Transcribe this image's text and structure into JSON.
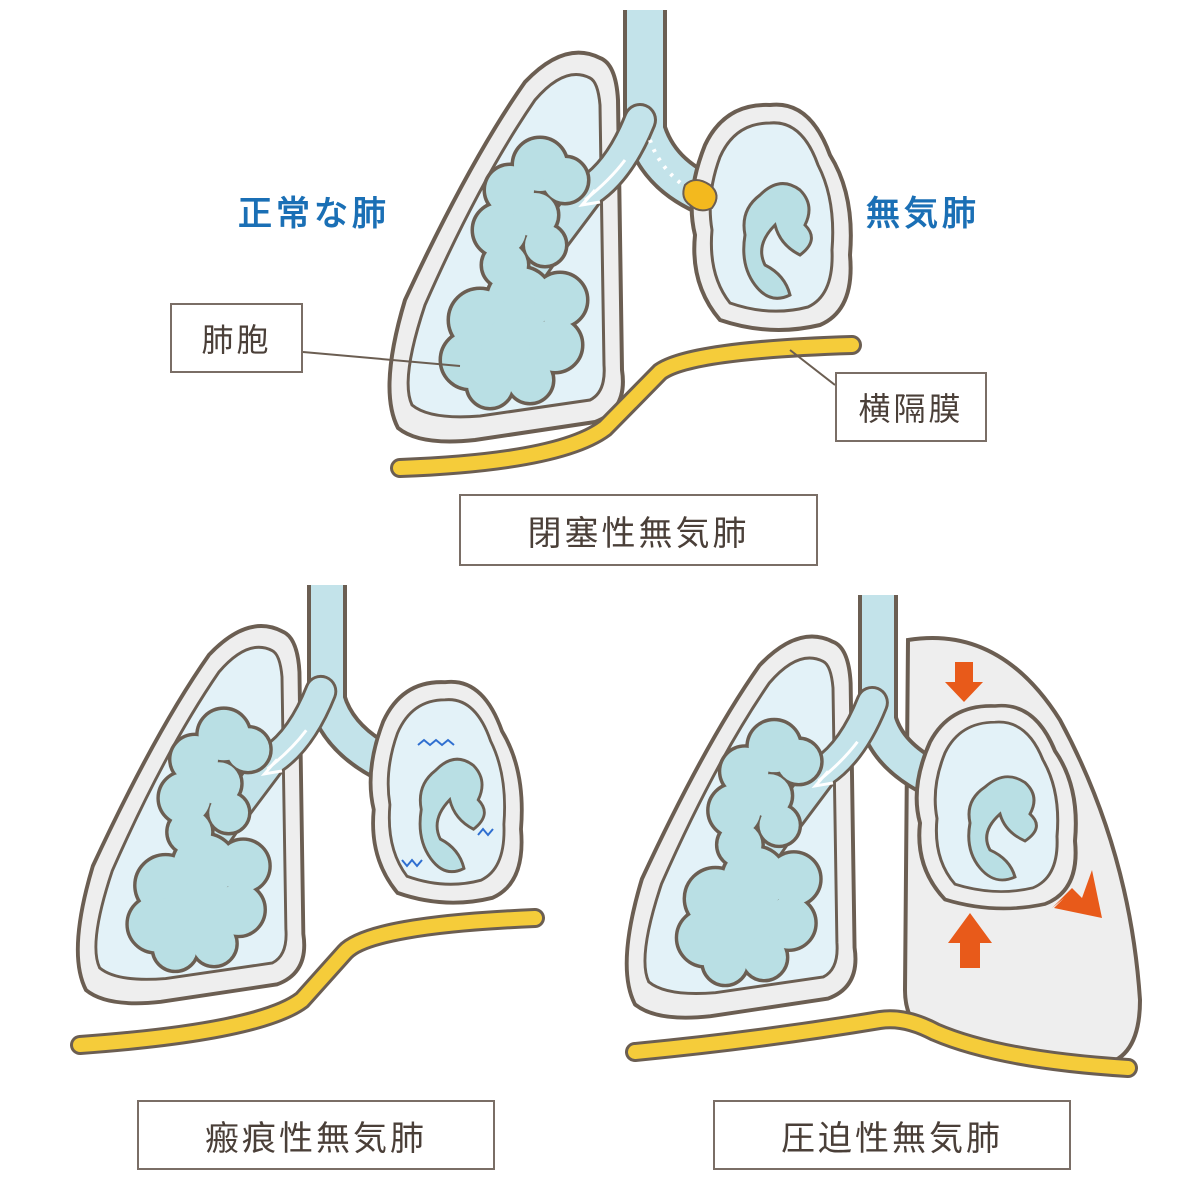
{
  "labels": {
    "normal_lung": "正常な肺",
    "atelectasis": "無気肺",
    "alveoli": "肺胞",
    "diaphragm": "横隔膜",
    "obstructive": "閉塞性無気肺",
    "cicatricial": "瘢痕性無気肺",
    "compressive": "圧迫性無気肺"
  },
  "colors": {
    "outline": "#6b5e52",
    "pleura": "#eeeeee",
    "lung": "#e3f2f8",
    "alveoli": "#b9dfe4",
    "airway": "#c3e3ea",
    "diaphragm": "#f5cc3a",
    "label_blue": "#1a6fb5",
    "obstruction": "#f3b91e",
    "pressure_arrow": "#e85a1a",
    "scar_mark": "#2f6fd0"
  }
}
